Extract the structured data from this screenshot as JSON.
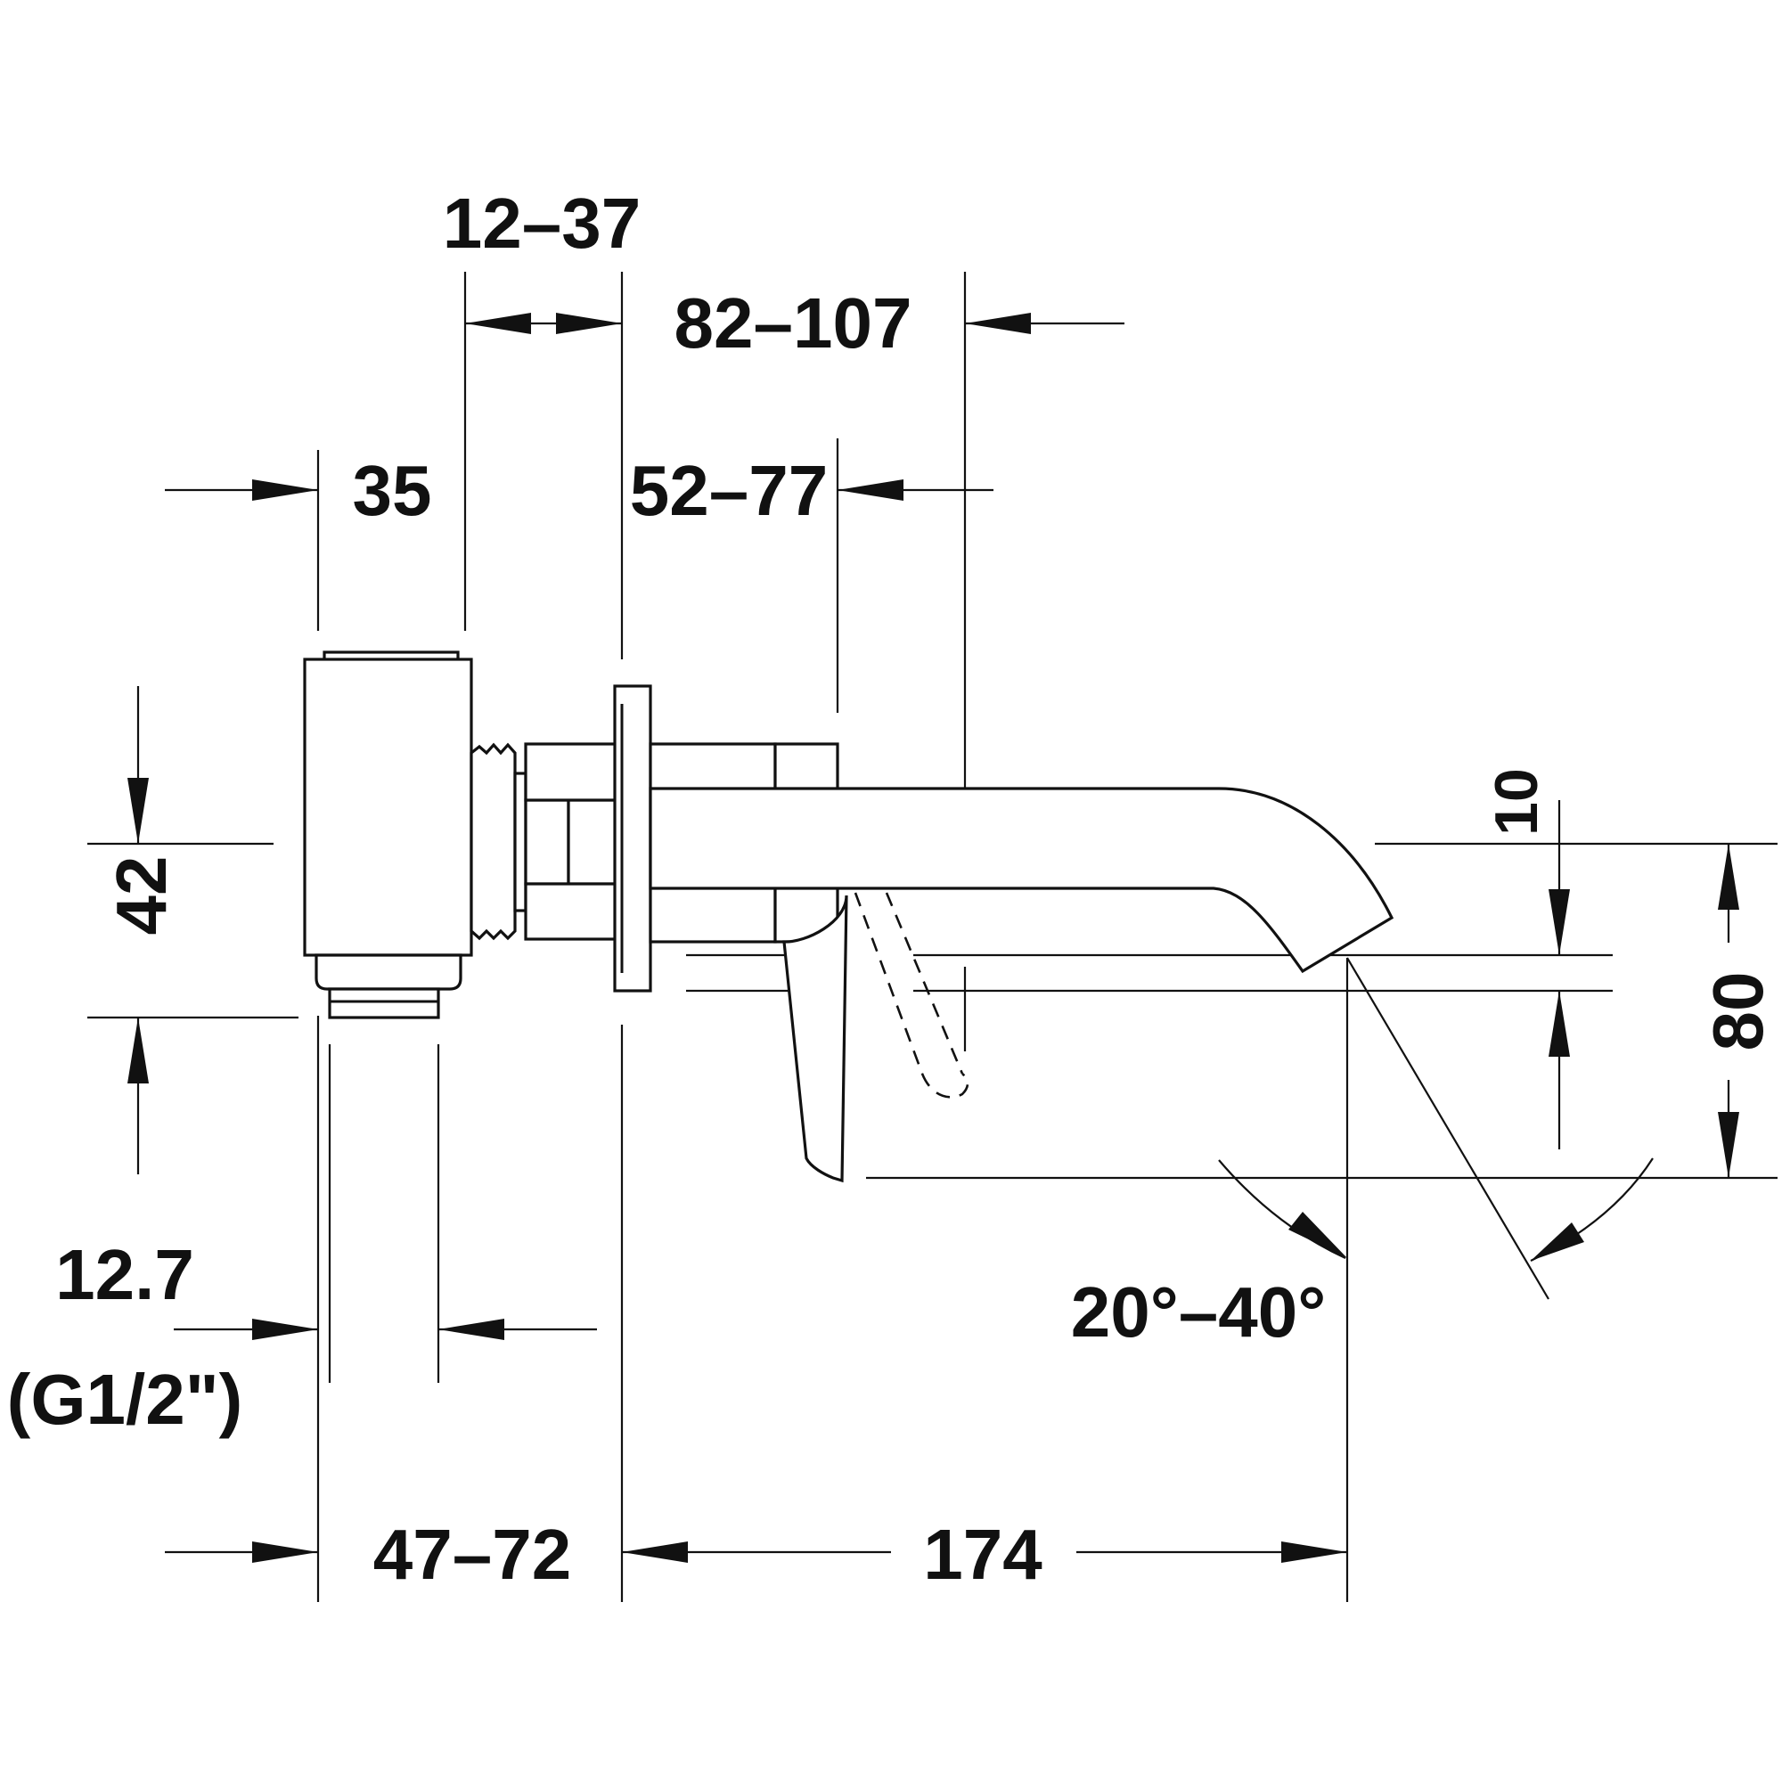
{
  "dimensions": {
    "top_inner": "12–37",
    "top_outer": "82–107",
    "body_depth": "35",
    "rosette_to_lever": "52–77",
    "body_height": "42",
    "spout_opening": "10",
    "spout_height": "80",
    "connection_size": "12.7",
    "thread": "(G1/2\")",
    "wall_depth": "47–72",
    "projection": "174",
    "angle": "20°–40°"
  }
}
